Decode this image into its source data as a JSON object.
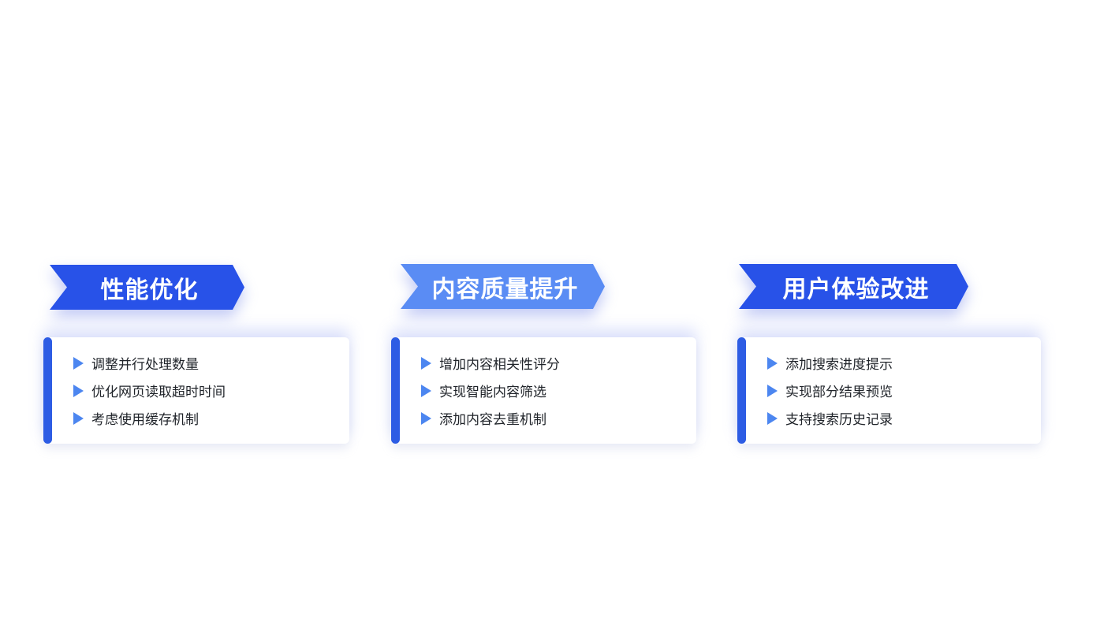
{
  "page": {
    "background_color": "#ffffff",
    "description": "Three-column improvement-plan infographic with arrow ribbon headers and bullet cards"
  },
  "colors": {
    "banner_primary": "#2852e8",
    "banner_light": "#5a8cf4",
    "accent_bar": "#2d5ce4",
    "bullet_triangle": "#4c86f0",
    "banner_text": "#ffffff",
    "item_text": "#1f2329"
  },
  "sections": [
    {
      "id": "performance-optimization",
      "title": "性能优化",
      "banner_color": "#2852e8",
      "items": [
        "调整并行处理数量",
        "优化网页读取超时时间",
        "考虑使用缓存机制"
      ]
    },
    {
      "id": "content-quality",
      "title": "内容质量提升",
      "banner_color": "#5a8cf4",
      "items": [
        "增加内容相关性评分",
        "实现智能内容筛选",
        "添加内容去重机制"
      ]
    },
    {
      "id": "user-experience",
      "title": "用户体验改进",
      "banner_color": "#2852e8",
      "items": [
        "添加搜索进度提示",
        "实现部分结果预览",
        "支持搜索历史记录"
      ]
    }
  ]
}
